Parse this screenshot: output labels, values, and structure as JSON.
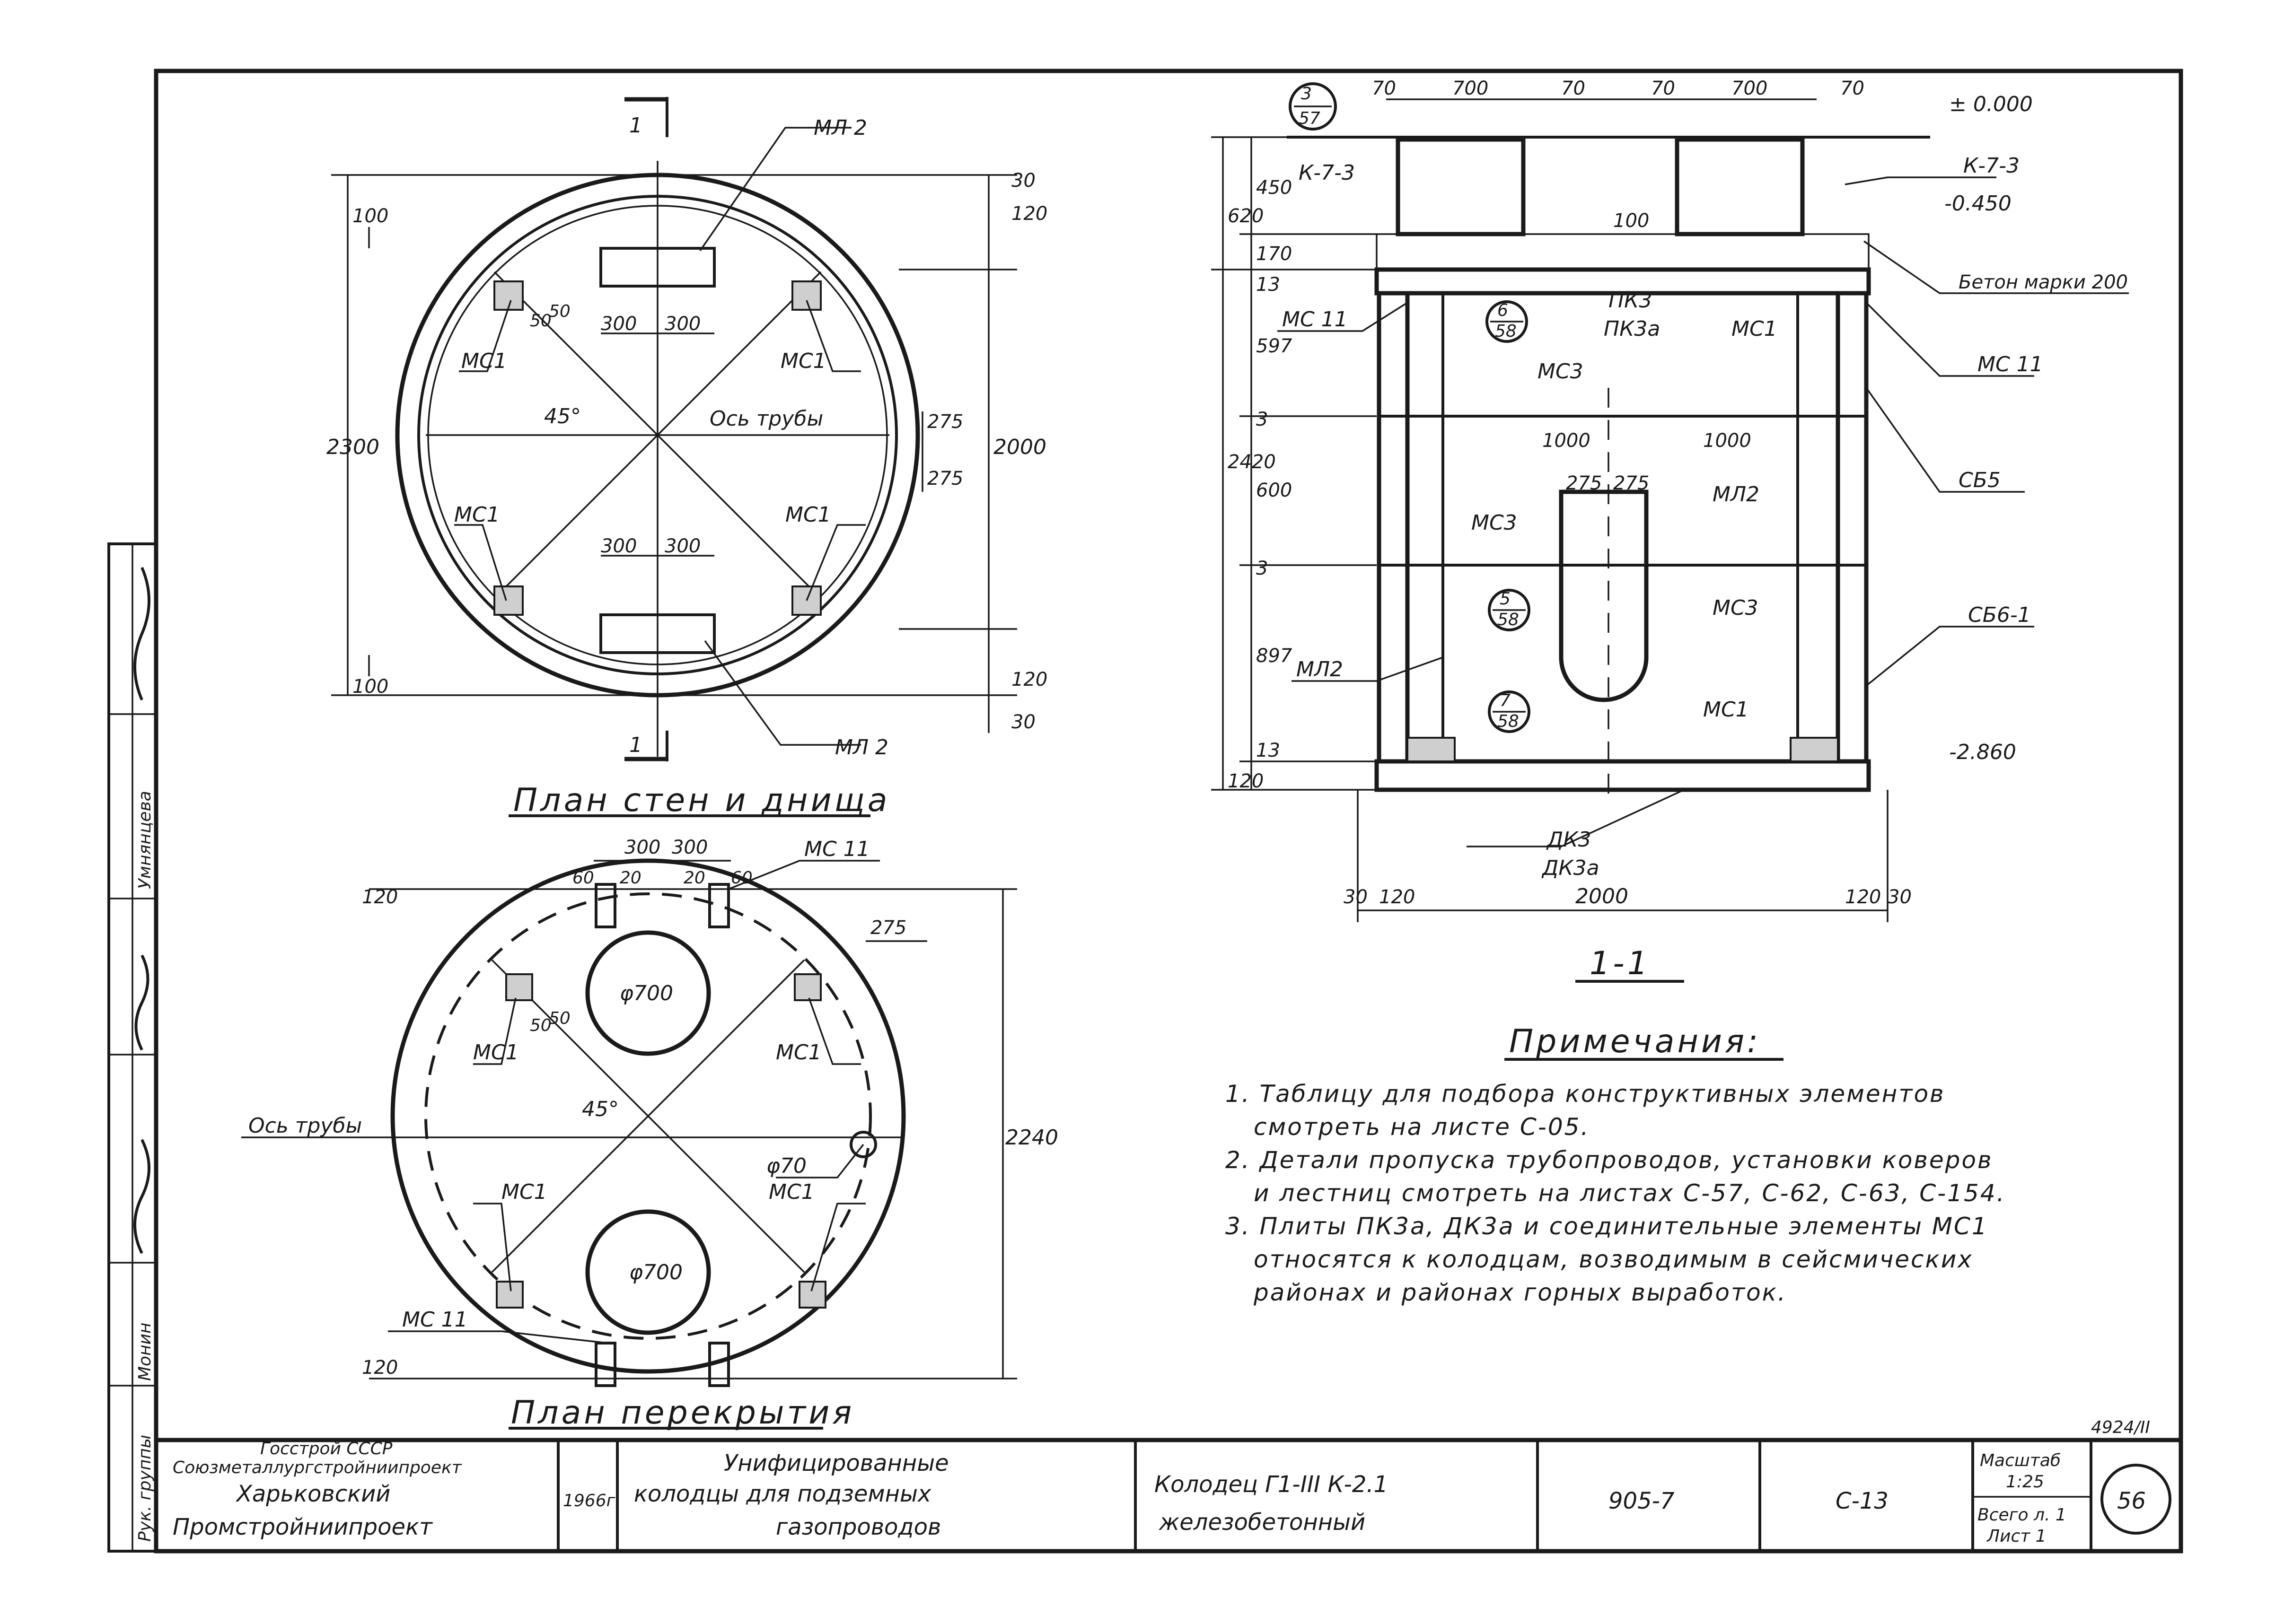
{
  "plan_walls": {
    "title": "План стен и днища",
    "section_mark": "1",
    "labels": {
      "ml2": "МЛ 2",
      "mc1": "МС1",
      "angle": "45°",
      "axis": "Ось трубы"
    },
    "dims": {
      "d2300": "2300",
      "d2000": "2000",
      "d30": "30",
      "d120": "120",
      "d100": "100",
      "d300": "300",
      "d275": "275",
      "d50": "50"
    }
  },
  "plan_cover": {
    "title": "План перекрытия",
    "labels": {
      "mc11": "МС 11",
      "mc1": "МС1",
      "angle": "45°",
      "axis": "Ось трубы",
      "phi700": "φ700",
      "phi70": "φ70"
    },
    "dims": {
      "d300": "300",
      "d60": "60",
      "d20": "20",
      "d275": "275",
      "d120": "120",
      "d2240": "2240",
      "d50": "50"
    }
  },
  "section": {
    "title": "1-1",
    "callouts": {
      "c1": {
        "num": "3",
        "den": "57"
      },
      "c2": {
        "num": "6",
        "den": "58"
      },
      "c3": {
        "num": "5",
        "den": "58"
      },
      "c4": {
        "num": "7",
        "den": "58"
      }
    },
    "labels": {
      "k73": "К-7-3",
      "beton": "Бетон марки 200",
      "mc11": "МС 11",
      "mc1": "МС1",
      "pk3": "ПК3",
      "pk3a": "ПК3а",
      "mc3": "МС3",
      "ml2": "МЛ2",
      "cb5": "СБ5",
      "cb6": "СБ6-1",
      "dk3": "ДК3",
      "dk3a": "ДК3а"
    },
    "elev": {
      "top": "± 0.000",
      "mid": "-0.450",
      "bottom": "-2.860"
    },
    "dims": {
      "d70": "70",
      "d700": "700",
      "d620": "620",
      "d450": "450",
      "d170": "170",
      "d13": "13",
      "d597": "597",
      "d3": "3",
      "d2420": "2420",
      "d600": "600",
      "d897": "897",
      "d120": "120",
      "d1000": "1000",
      "d275": "275",
      "d100": "100",
      "d2000": "2000",
      "d30": "30"
    }
  },
  "notes": {
    "title": "Примечания:",
    "lines": [
      "1. Таблицу для подбора конструктивных элементов",
      "смотреть на листе С-05.",
      "2. Детали пропуска трубопроводов, установки коверов",
      "и лестниц смотреть на листах С-57, С-62, С-63, С-154.",
      "3. Плиты ПК3а, ДК3а и соединительные элементы МС1",
      "относятся к колодцам, возводимым в сейсмических",
      "районах и районах горных выработок."
    ]
  },
  "side_stamp": {
    "role1": "Рук. группы",
    "name1": "Монин",
    "role2": "",
    "name2": "Умнянцева",
    "role3": "",
    "name3": ""
  },
  "title_block": {
    "org1": "Госстрой СССР",
    "org2": "Союзметаллургстройниипроект",
    "org3": "Харьковский",
    "org4": "Промстройниипроект",
    "year": "1966г.",
    "series1": "Унифицированные",
    "series2": "колодцы для подземных",
    "series3": "газопроводов",
    "name1": "Колодец Г1-III К-2.1",
    "name2": "железобетонный",
    "code": "905-7",
    "sheet": "С-13",
    "scale_label": "Масштаб",
    "scale": "1:25",
    "total": "Всего л. 1",
    "list": "Лист 1",
    "number": "56",
    "corner": "4924/II"
  }
}
